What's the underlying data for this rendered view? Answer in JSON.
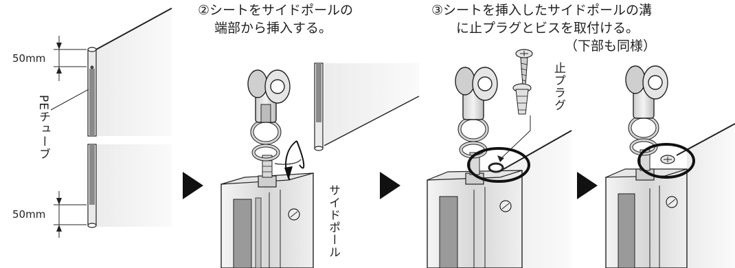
{
  "step2": {
    "line1": "②シートをサイドポールの",
    "line2": "端部から挿入する。"
  },
  "step3": {
    "line1": "③シートを挿入したサイドポールの溝",
    "line2": "に止プラグとビスを取付ける。",
    "line3": "（下部も同様）"
  },
  "labels": {
    "dim_top": "50mm",
    "dim_bottom": "50mm",
    "pe_tube": "PEチューブ",
    "side_pole": "サイドポール",
    "stop_plug": "止プラグ"
  },
  "colors": {
    "line": "#222222",
    "pole_gray": "#dcdcdc",
    "pole_dark": "#8a8a8a",
    "sheet": "#f2f2f2",
    "arrow": "#111111"
  },
  "icons": [
    "next-step-arrow-icon",
    "next-step-arrow-icon",
    "next-step-arrow-icon"
  ]
}
